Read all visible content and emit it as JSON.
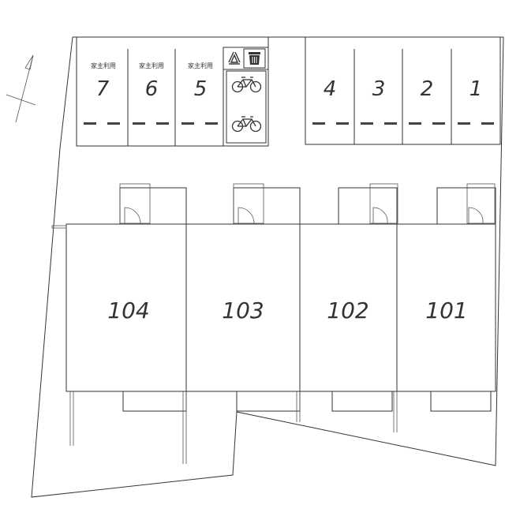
{
  "parking": {
    "left_spots": [
      {
        "number": "7",
        "note": "家主利用"
      },
      {
        "number": "6",
        "note": "家主利用"
      },
      {
        "number": "5",
        "note": "家主利用"
      }
    ],
    "right_spots": [
      {
        "number": "4"
      },
      {
        "number": "3"
      },
      {
        "number": "2"
      },
      {
        "number": "1"
      }
    ]
  },
  "facilities": {
    "recycle": "recycle-icon",
    "trash": "trash-icon",
    "bicycle": "bicycle-icon"
  },
  "units": [
    "104",
    "103",
    "102",
    "101"
  ],
  "colors": {
    "line": "#333333",
    "background": "#ffffff"
  }
}
